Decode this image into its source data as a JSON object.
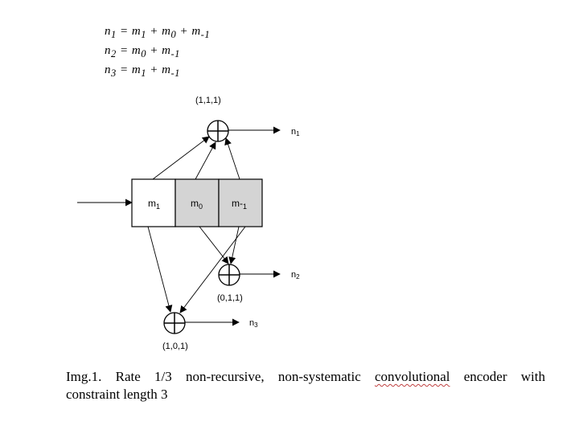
{
  "equations": [
    {
      "lhs": "n",
      "lhs_sub": "1",
      "rhs": [
        [
          "m",
          "1"
        ],
        [
          "m",
          "0"
        ],
        [
          "m",
          "-1"
        ]
      ]
    },
    {
      "lhs": "n",
      "lhs_sub": "2",
      "rhs": [
        [
          "m",
          "0"
        ],
        [
          "m",
          "-1"
        ]
      ]
    },
    {
      "lhs": "n",
      "lhs_sub": "3",
      "rhs": [
        [
          "m",
          "1"
        ],
        [
          "m",
          "-1"
        ]
      ]
    }
  ],
  "diagram": {
    "registers": [
      {
        "label": "m",
        "sub": "1",
        "fill": "#ffffff"
      },
      {
        "label": "m",
        "sub": "0",
        "fill": "#d4d4d4"
      },
      {
        "label": "m-",
        "sub": "1",
        "fill": "#d4d4d4"
      }
    ],
    "adders": [
      {
        "name": "adder-n1",
        "taps": "(1,1,1)",
        "output": "n",
        "output_sub": "1"
      },
      {
        "name": "adder-n2",
        "taps": "(0,1,1)",
        "output": "n",
        "output_sub": "2"
      },
      {
        "name": "adder-n3",
        "taps": "(1,0,1)",
        "output": "n",
        "output_sub": "3"
      }
    ]
  },
  "caption": {
    "line1_words": [
      "Img.1.",
      "Rate",
      "1/3",
      "non-recursive,",
      "non-systematic",
      "convolutional",
      "encoder",
      "with"
    ],
    "squiggle_word": "convolutional",
    "line2": "constraint length 3"
  }
}
